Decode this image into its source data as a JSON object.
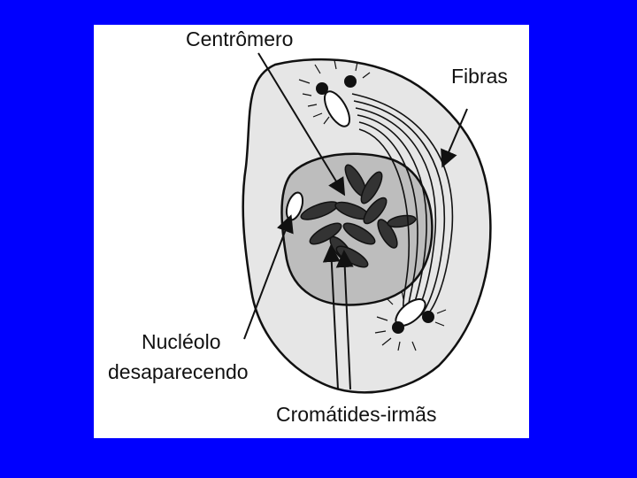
{
  "colors": {
    "background": "#0000ff",
    "panel": "#ffffff",
    "ink": "#111111",
    "cytoplasm": "#e6e6e6",
    "nucleus": "#bdbdbd"
  },
  "labels": {
    "centromere": "Centrômero",
    "fibers": "Fibras",
    "nucleolus_line1": "Nucléolo",
    "nucleolus_line2": "desaparecendo",
    "sister_chromatids": "Cromátides-irmãs"
  }
}
